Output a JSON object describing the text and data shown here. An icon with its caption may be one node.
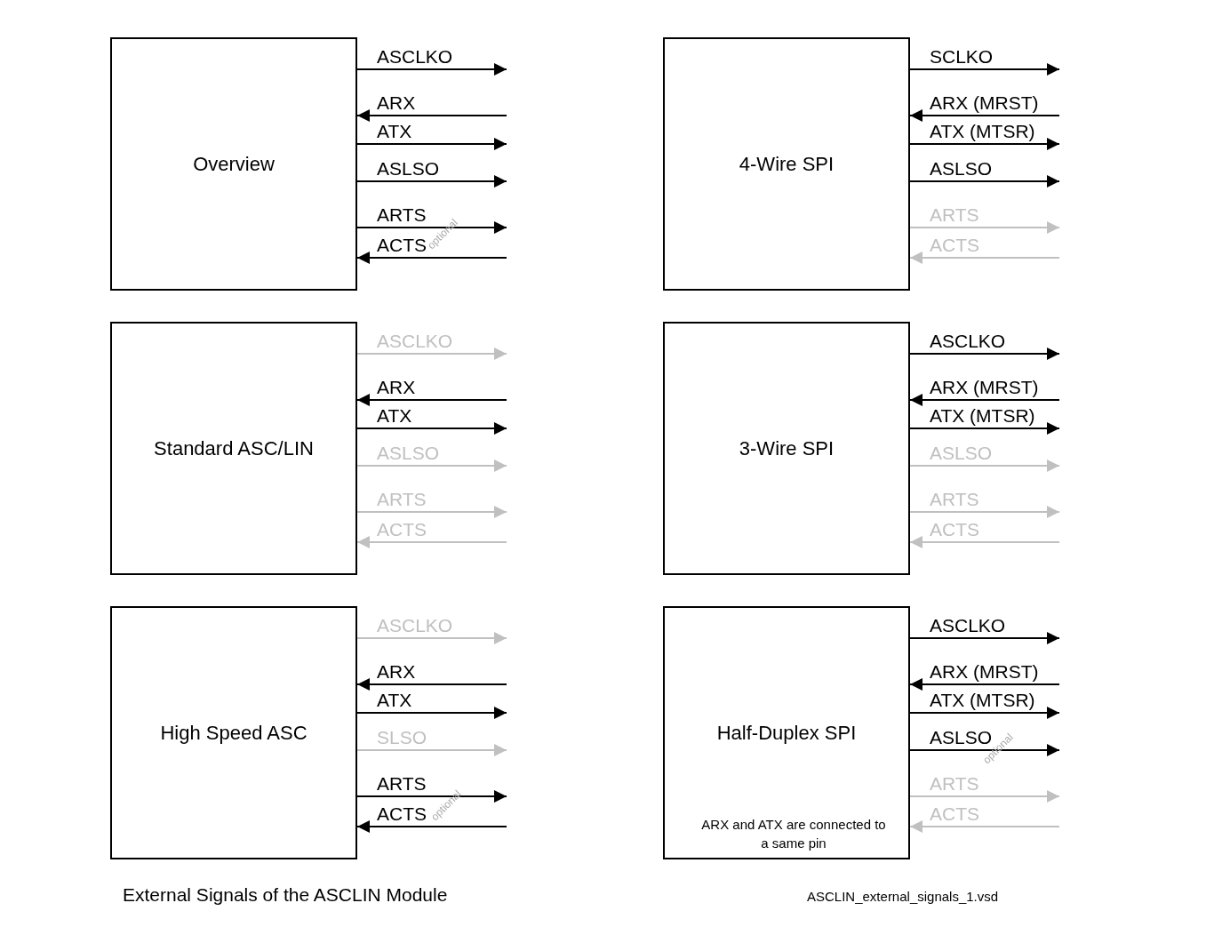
{
  "diagram": {
    "caption": "External Signals of the ASCLIN Module",
    "nodes": [
      {
        "text": [
          "Overview"
        ]
      },
      {
        "text": [
          "4-Wire SPI"
        ]
      },
      {
        "text": [
          "Standard ASC/LIN"
        ]
      },
      {
        "text": [
          "3-Wire SPI"
        ]
      },
      {
        "text": [
          "High Speed ASC"
        ]
      },
      {
        "text": [
          "Half-Duplex SPI",
          "ARX and ATX are connected to a same pin"
        ]
      }
    ],
    "edges": [
      {
        "from": 0,
        "to": null,
        "arrow": "to",
        "label": "ASCLKO"
      },
      {
        "from": null,
        "to": 0,
        "arrow": "to",
        "label": "ARX"
      },
      {
        "from": 0,
        "to": null,
        "arrow": "to",
        "label": "ATX"
      },
      {
        "from": 0,
        "to": null,
        "arrow": "to",
        "label": "ASLSO"
      },
      {
        "from": 0,
        "to": null,
        "arrow": "to",
        "label": "ARTS"
      },
      {
        "from": null,
        "to": 0,
        "arrow": "to",
        "label": "ACTS"
      },
      {
        "from": 1,
        "to": null,
        "arrow": "to",
        "label": "SCLKO"
      },
      {
        "from": null,
        "to": 1,
        "arrow": "to",
        "label": "ARX (MRST)"
      },
      {
        "from": 1,
        "to": null,
        "arrow": "to",
        "label": "ATX (MTSR)"
      },
      {
        "from": 1,
        "to": null,
        "arrow": "to",
        "label": "ASLSO"
      },
      {
        "from": 1,
        "to": null,
        "arrow": "to",
        "label": "ARTS",
        "color": "#c0c0c0"
      },
      {
        "from": null,
        "to": 1,
        "arrow": "to",
        "label": "ACTS",
        "color": "#c0c0c0"
      },
      {
        "from": 2,
        "to": null,
        "arrow": "to",
        "label": "ASCLKO",
        "color": "#c0c0c0"
      },
      {
        "from": null,
        "to": 2,
        "arrow": "to",
        "label": "ARX"
      },
      {
        "from": 2,
        "to": null,
        "arrow": "to",
        "label": "ATX"
      },
      {
        "from": 2,
        "to": null,
        "arrow": "to",
        "label": "ASLSO",
        "color": "#c0c0c0"
      },
      {
        "from": 2,
        "to": null,
        "arrow": "to",
        "label": "ARTS",
        "color": "#c0c0c0"
      },
      {
        "from": null,
        "to": 2,
        "arrow": "to",
        "label": "ACTS",
        "color": "#c0c0c0"
      },
      {
        "from": 3,
        "to": null,
        "arrow": "to",
        "label": "ASCLKO"
      },
      {
        "from": null,
        "to": 3,
        "arrow": "to",
        "label": "ARX (MRST)"
      },
      {
        "from": 3,
        "to": null,
        "arrow": "to",
        "label": "ATX (MTSR)"
      },
      {
        "from": 3,
        "to": null,
        "arrow": "to",
        "label": "ASLSO",
        "color": "#c0c0c0"
      },
      {
        "from": 3,
        "to": null,
        "arrow": "to",
        "label": "ARTS",
        "color": "#c0c0c0"
      },
      {
        "from": null,
        "to": 3,
        "arrow": "to",
        "label": "ACTS",
        "color": "#c0c0c0"
      },
      {
        "from": 4,
        "to": null,
        "arrow": "to",
        "label": "ASCLKO",
        "color": "#c0c0c0"
      },
      {
        "from": null,
        "to": 4,
        "arrow": "to",
        "label": "ARX"
      },
      {
        "from": 4,
        "to": null,
        "arrow": "to",
        "label": "ATX"
      },
      {
        "from": 4,
        "to": null,
        "arrow": "to",
        "label": "SLSO",
        "color": "#c0c0c0"
      },
      {
        "from": 4,
        "to": null,
        "arrow": "to",
        "label": "ARTS"
      },
      {
        "from": null,
        "to": 4,
        "arrow": "to",
        "label": "ACTS"
      },
      {
        "from": 5,
        "to": null,
        "arrow": "to",
        "label": "ASCLKO"
      },
      {
        "from": null,
        "to": 5,
        "arrow": "to",
        "label": "ARX (MRST)"
      },
      {
        "from": 5,
        "to": null,
        "arrow": "to",
        "label": "ATX (MTSR)"
      },
      {
        "from": 5,
        "to": null,
        "arrow": "to",
        "label": "ASLSO"
      },
      {
        "from": 5,
        "to": null,
        "arrow": "to",
        "label": "ARTS",
        "color": "#c0c0c0"
      },
      {
        "from": null,
        "to": 5,
        "arrow": "to",
        "label": "ACTS",
        "color": "#c0c0c0"
      }
    ],
    "labels": [
      "optional",
      "optional",
      "optional",
      "ASCLIN_external_signals_1.vsd"
    ]
  }
}
